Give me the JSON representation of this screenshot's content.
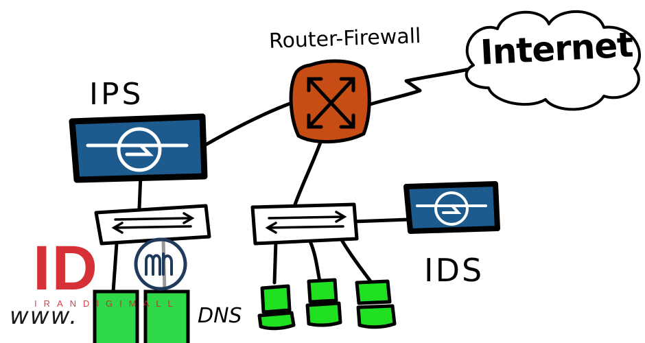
{
  "labels": {
    "router": "Router-Firewall",
    "internet": "Internet",
    "ips": "IPS",
    "ids": "IDS",
    "dns": "DNS"
  },
  "watermark": {
    "logo_letters": "ID",
    "brand_text": "IRANDIGIMALL",
    "url_prefix": "www."
  },
  "colors": {
    "router_fill": "#c84d14",
    "appliance_fill": "#1d5b8e",
    "server_fill": "#2fd84b",
    "host_fill": "#21e021",
    "logo_red": "#d11f26",
    "logo_navy": "#1f3a5c",
    "ink": "#000000"
  }
}
